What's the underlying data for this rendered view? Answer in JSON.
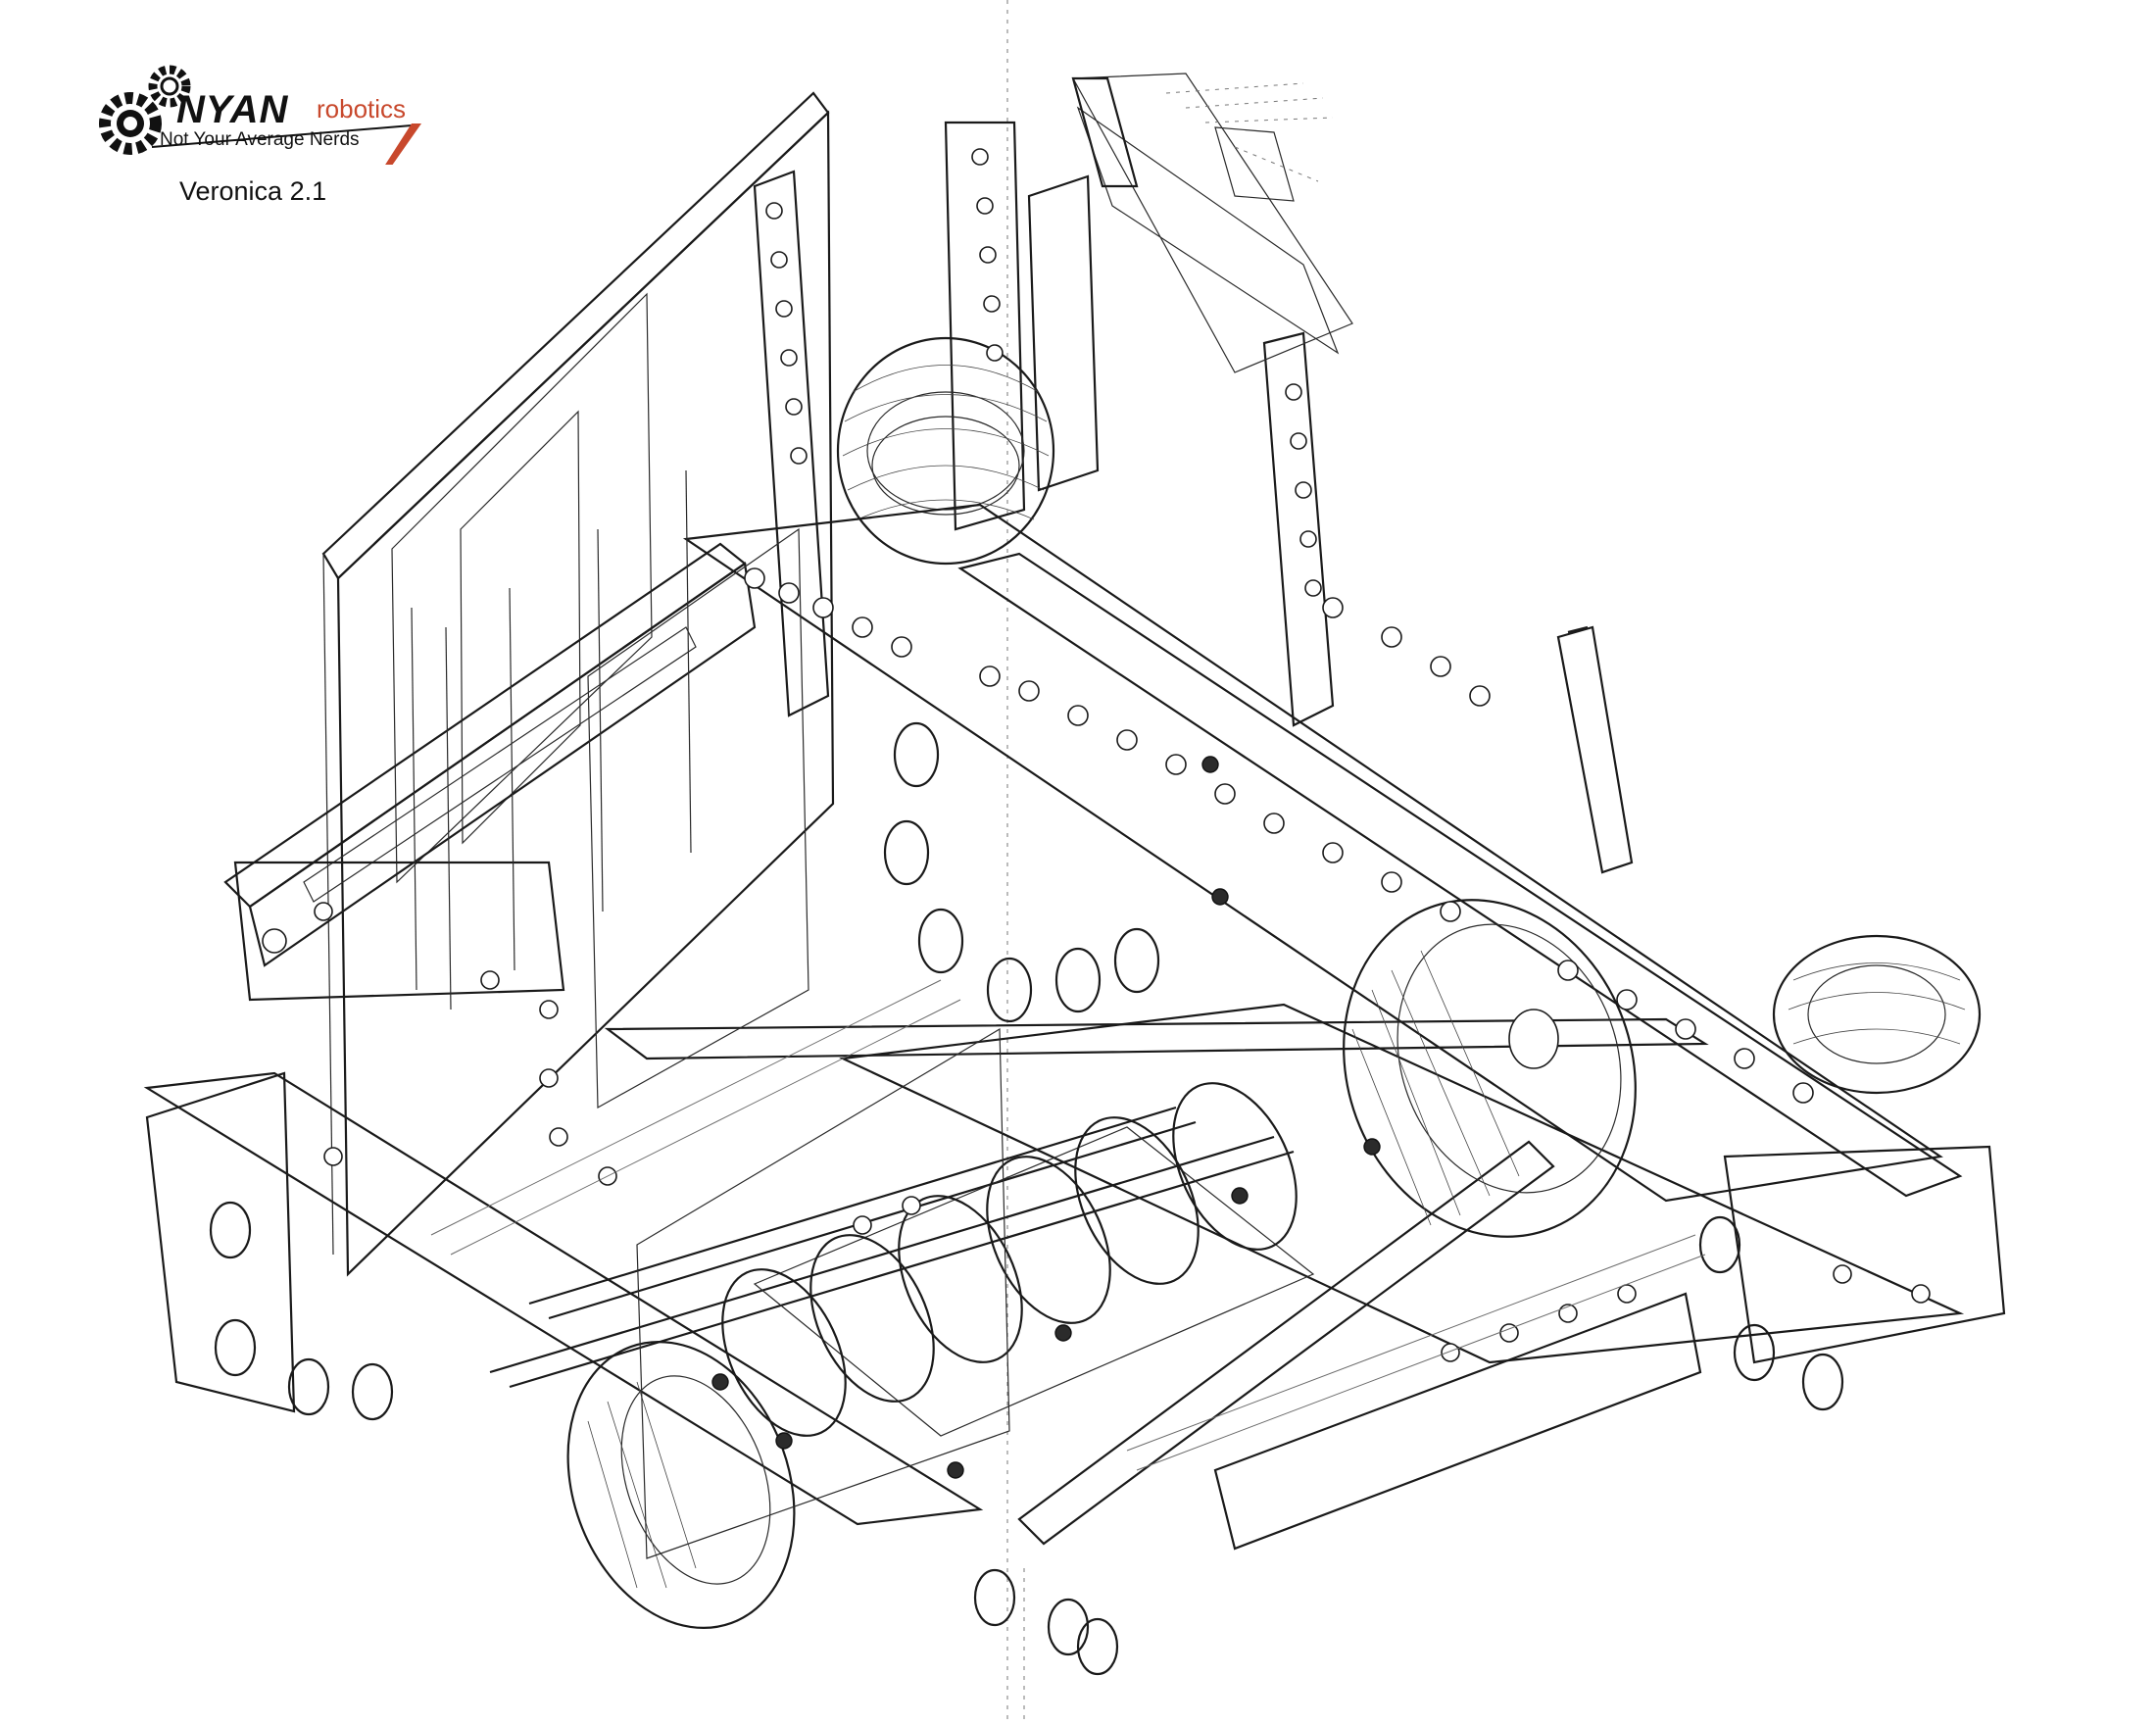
{
  "logo": {
    "brand_mark": "NYAN",
    "brand_sub": "robotics",
    "tagline": "Not Your Average Nerds",
    "accent_color": "#c8482c",
    "icon": "gears-icon"
  },
  "model_name": "Veronica 2.1",
  "drawing": {
    "subject": "robot-chassis-wireframe",
    "line_color": "#1a1a1a",
    "background": "#ffffff"
  }
}
